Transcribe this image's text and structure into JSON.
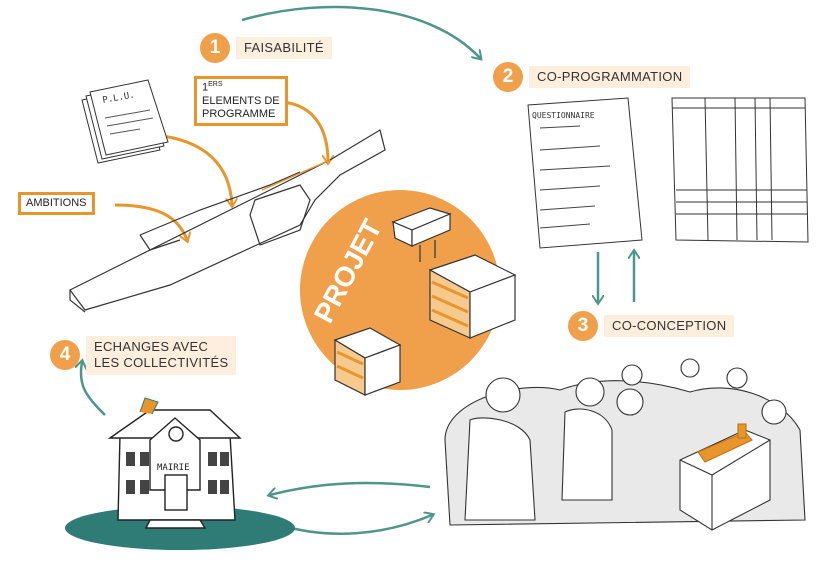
{
  "steps": [
    {
      "num": "1",
      "label": "FAISABILITÉ"
    },
    {
      "num": "2",
      "label": "CO-PROGRAMMATION"
    },
    {
      "num": "3",
      "label": "CO-CONCEPTION"
    },
    {
      "num": "4",
      "label_line1": "ECHANGES AVEC",
      "label_line2": "LES COLLECTIVITÉS"
    }
  ],
  "boxes": {
    "ambitions": "AMBITIONS",
    "elements_1": "1",
    "elements_sup": "ERS",
    "elements_line2": "ELEMENTS DE",
    "elements_line3": "PROGRAMME"
  },
  "sketch_text": {
    "plu": "P.L.U.",
    "questionnaire": "QUESTIONNAIRE",
    "mairie": "MAIRIE",
    "projet": "PROJET"
  },
  "colors": {
    "accent": "#f0a04b",
    "accent_light": "#fdeedd",
    "box_border": "#e8962c",
    "arrow": "#4e958b",
    "base": "#2f7c77"
  }
}
